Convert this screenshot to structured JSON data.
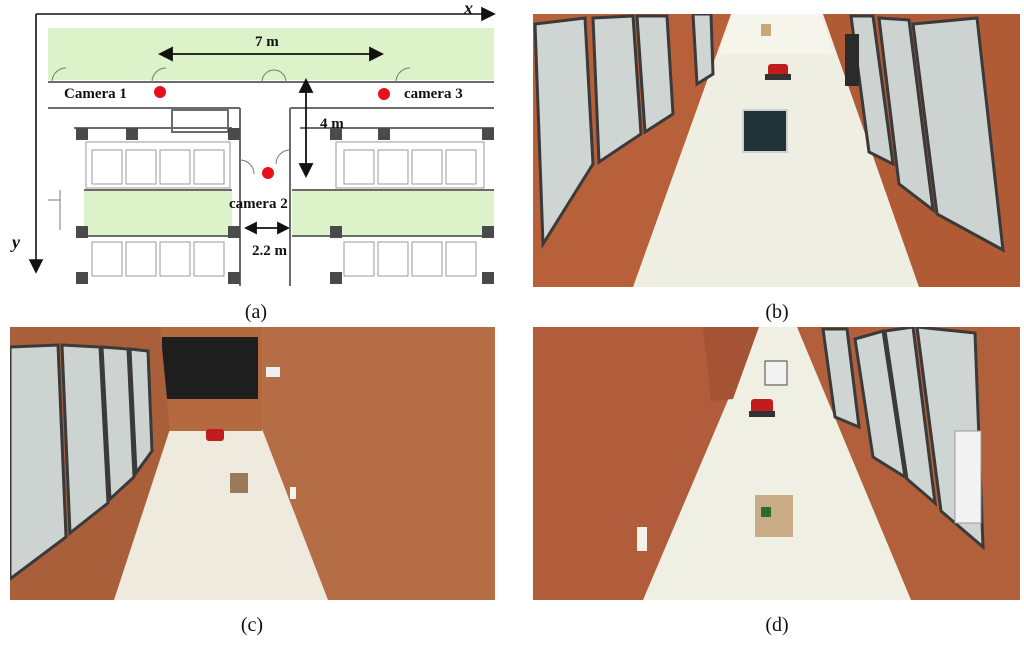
{
  "captions": {
    "a": "(a)",
    "b": "(b)",
    "c": "(c)",
    "d": "(d)"
  },
  "floorplan": {
    "axis_x": "x",
    "axis_y": "y",
    "dim_width": "7 m",
    "dim_height": "4 m",
    "dim_gap": "2.2 m",
    "camera_1": "Camera 1",
    "camera_2": "camera 2",
    "camera_3": "camera 3",
    "colors": {
      "room_fill": "#dcf3c9",
      "camera_dot": "#e8101a",
      "wall": "#5a5a5a"
    }
  },
  "photos": {
    "b": {
      "description_icon": "corridor-view-camera-1",
      "colors": {
        "wall": "#b8603a",
        "floor": "#efeee2"
      }
    },
    "c": {
      "description_icon": "corridor-view-camera-2",
      "colors": {
        "wall": "#b56d45",
        "floor": "#eeeade"
      }
    },
    "d": {
      "description_icon": "corridor-view-camera-3",
      "colors": {
        "wall": "#b15c3a",
        "floor": "#f0efe4"
      }
    }
  }
}
